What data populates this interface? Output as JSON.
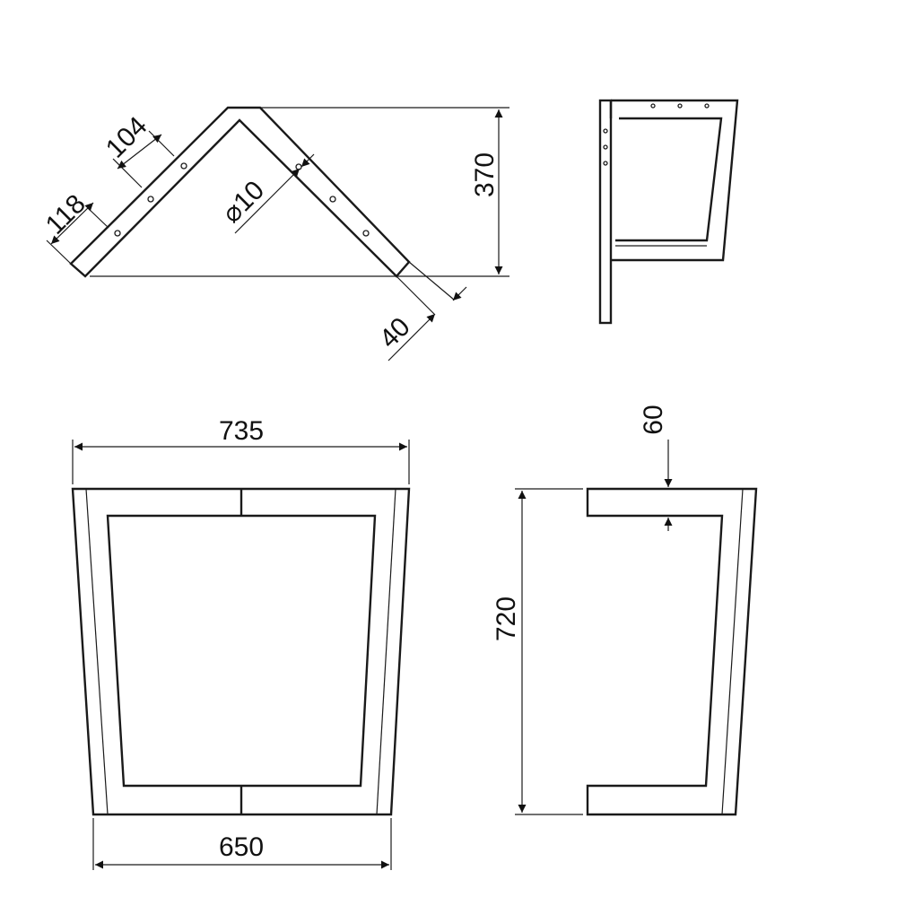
{
  "dimensions": {
    "d118": "118",
    "d104": "104",
    "d10": "10",
    "d10_symbol": "⌀",
    "d370": "370",
    "d40": "40",
    "d735": "735",
    "d650": "650",
    "d720": "720",
    "d60": "60"
  }
}
